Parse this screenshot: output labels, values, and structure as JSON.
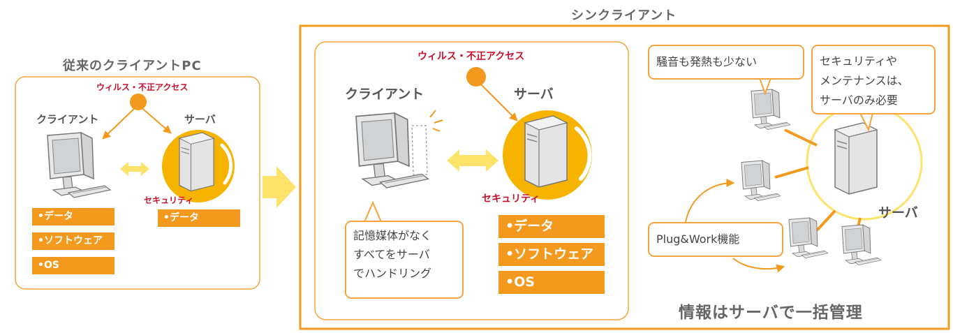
{
  "left_panel": {
    "title": "従来のクライアントPC",
    "threat": "ウィルス・不正アクセス",
    "client_label": "クライアント",
    "server_label": "サーバ",
    "security_label": "セキュリティ",
    "client_items": [
      "•データ",
      "•ソフトウェア",
      "•OS"
    ],
    "server_items": [
      "•データ"
    ]
  },
  "right_panel": {
    "title": "シンクライアント",
    "threat": "ウィルス・不正アクセス",
    "client_label": "クライアント",
    "server_label": "サーバ",
    "security_label": "セキュリティ",
    "server_items": [
      "•データ",
      "•ソフトウェア",
      "•OS"
    ],
    "client_callout": [
      "記憶媒体がなく",
      "すべてをサーバ",
      "でハンドリング"
    ],
    "noise_callout": "騒音も発熱も少ない",
    "maintenance_callout": [
      "セキュリティや",
      "メンテナンスは、",
      "サーバのみ必要"
    ],
    "plug_callout": "Plug&Work機能",
    "network_server_label": "サーバ",
    "footer": "情報はサーバで一括管理"
  },
  "colors": {
    "accent": "#f39a1e",
    "panel_border": "#f7a33a",
    "circle": "#f6b400",
    "threat": "#c8102e"
  }
}
